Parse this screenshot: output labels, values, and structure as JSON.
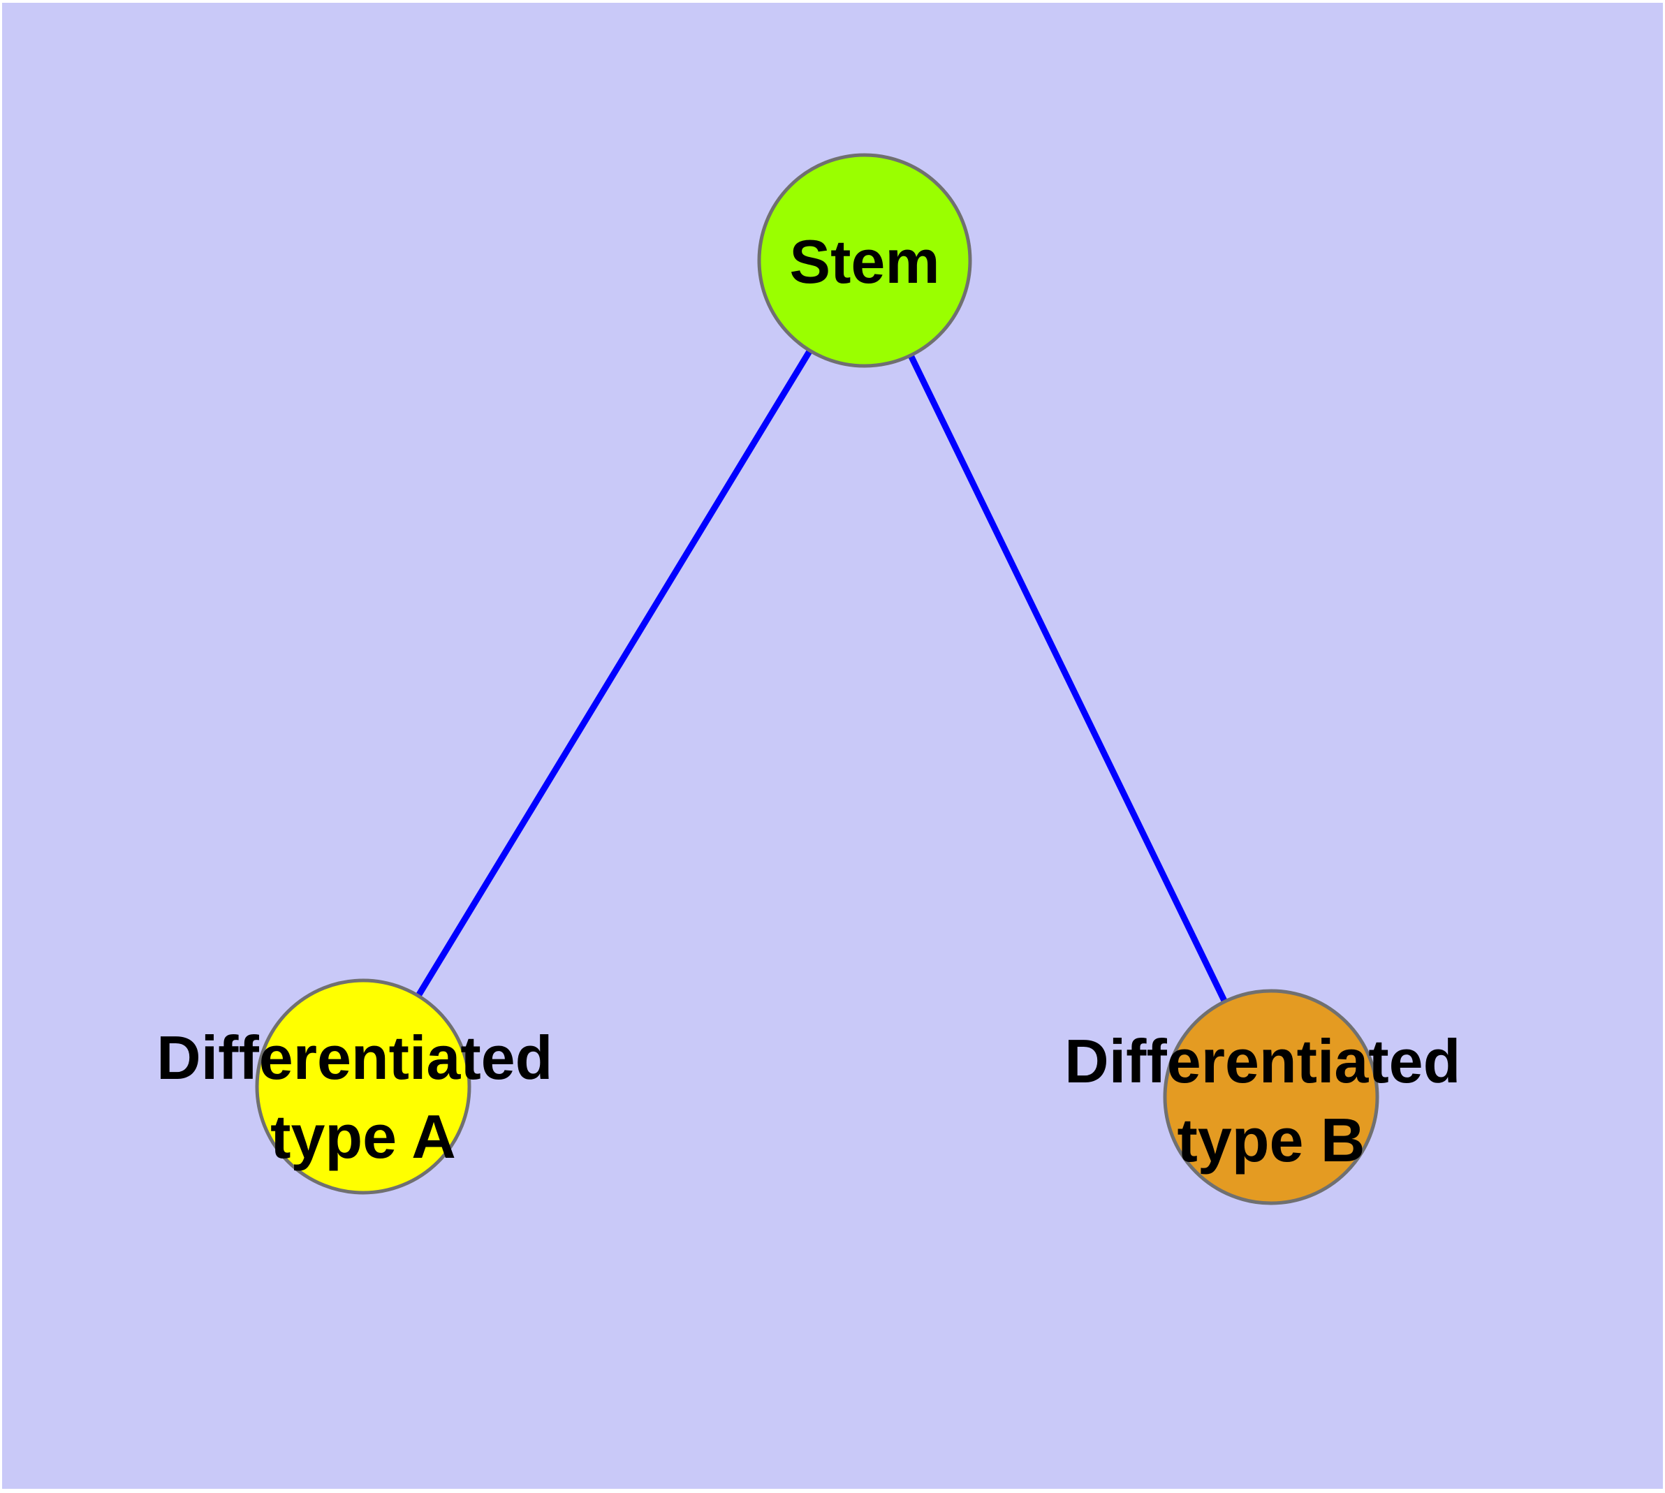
{
  "diagram": {
    "background_color": "#c9c9f8",
    "page_margin_color": "#ffffff",
    "edge_color": "#0000ff",
    "node_border_color": "#707070",
    "label_color": "#000000",
    "nodes": {
      "stem": {
        "label": "Stem",
        "fill": "#9aff00"
      },
      "type_a": {
        "label_line1": "Differentiated",
        "label_line2": "type A",
        "fill": "#ffff00"
      },
      "type_b": {
        "label_line1": "Differentiated",
        "label_line2": "type B",
        "fill": "#e49b22"
      }
    },
    "edges": [
      {
        "from": "Stem",
        "to": "Differentiated type A"
      },
      {
        "from": "Stem",
        "to": "Differentiated type B"
      }
    ]
  }
}
